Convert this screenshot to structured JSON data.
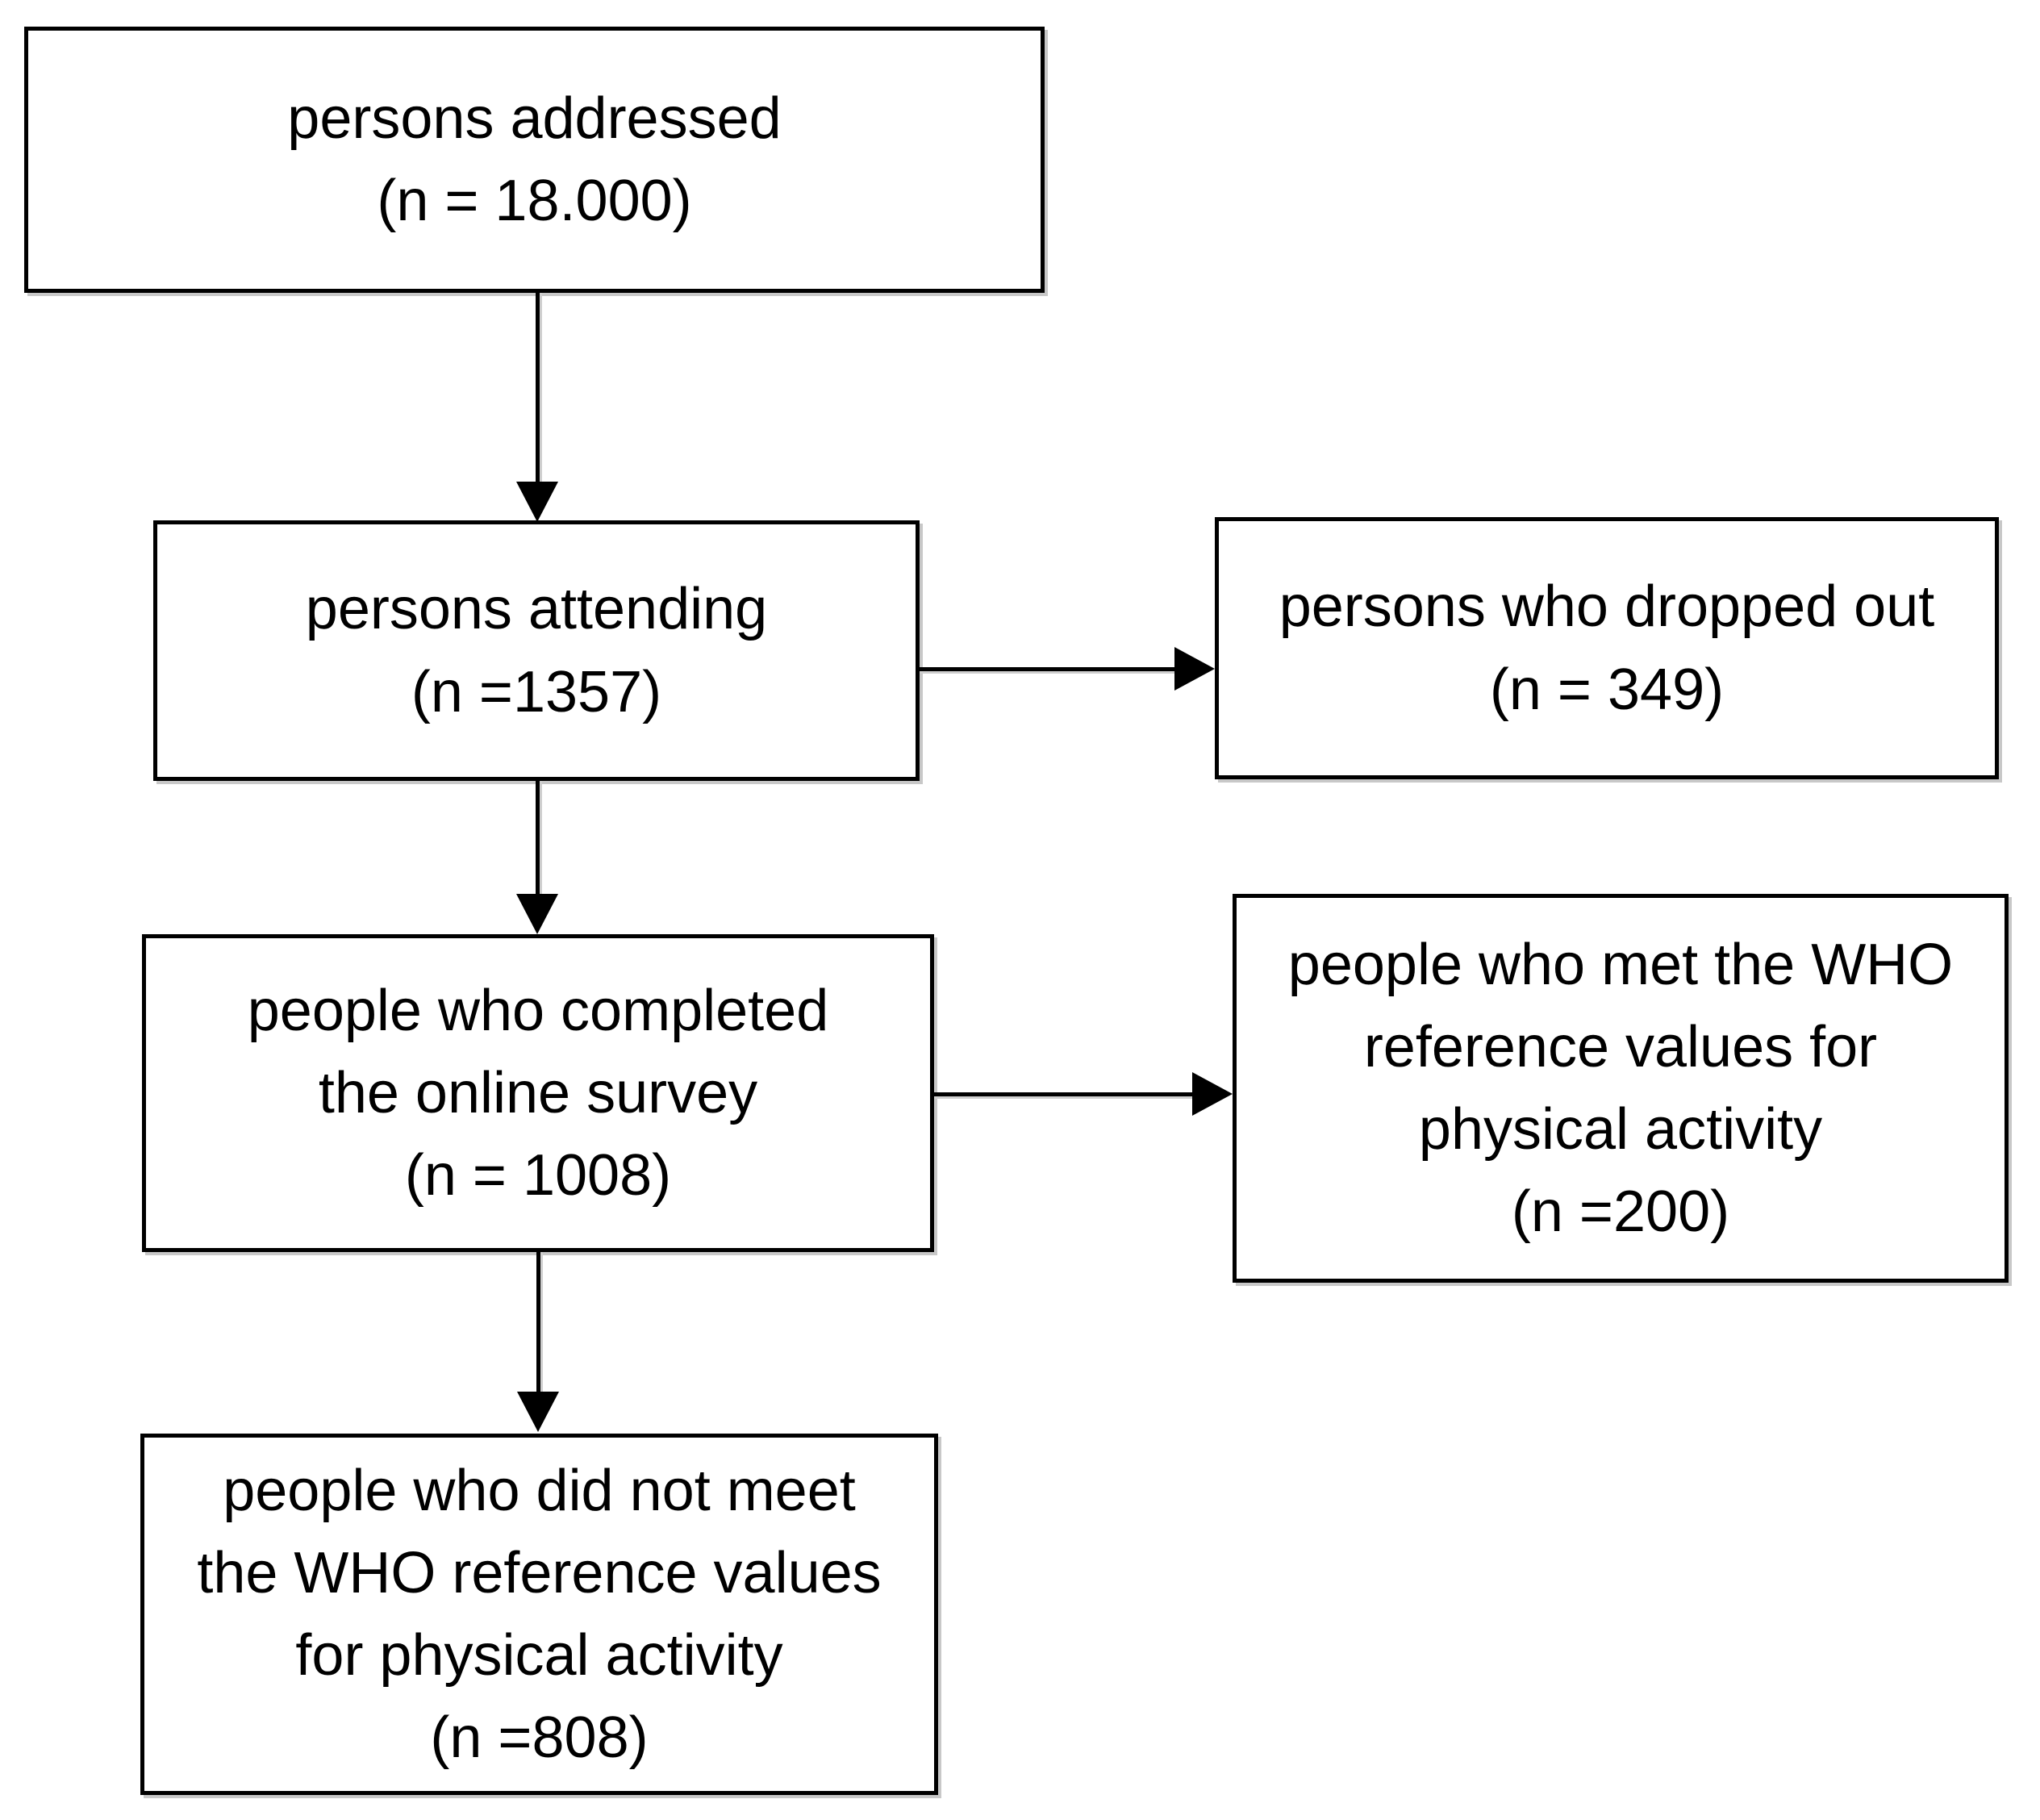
{
  "diagram": {
    "type": "flowchart",
    "background_color": "#ffffff",
    "box_border_color": "#000000",
    "text_color": "#000000",
    "nodes": [
      {
        "id": "persons-addressed",
        "lines": [
          "persons addressed",
          "(n = 18.000)"
        ]
      },
      {
        "id": "persons-attending",
        "lines": [
          "persons attending",
          "(n =1357)"
        ]
      },
      {
        "id": "persons-dropped-out",
        "lines": [
          "persons who dropped out",
          "(n = 349)"
        ]
      },
      {
        "id": "completed-survey",
        "lines": [
          "people who completed",
          "the online survey",
          "(n = 1008)"
        ]
      },
      {
        "id": "met-who-values",
        "lines": [
          "people who met the WHO",
          "reference values for",
          "physical activity",
          "(n =200)"
        ]
      },
      {
        "id": "not-met-who-values",
        "lines": [
          "people who did not meet",
          "the WHO reference values",
          "for physical activity",
          "(n =808)"
        ]
      }
    ],
    "edges": [
      {
        "from": "persons-addressed",
        "to": "persons-attending",
        "direction": "down"
      },
      {
        "from": "persons-attending",
        "to": "persons-dropped-out",
        "direction": "right"
      },
      {
        "from": "persons-attending",
        "to": "completed-survey",
        "direction": "down"
      },
      {
        "from": "completed-survey",
        "to": "met-who-values",
        "direction": "right"
      },
      {
        "from": "completed-survey",
        "to": "not-met-who-values",
        "direction": "down"
      }
    ]
  }
}
